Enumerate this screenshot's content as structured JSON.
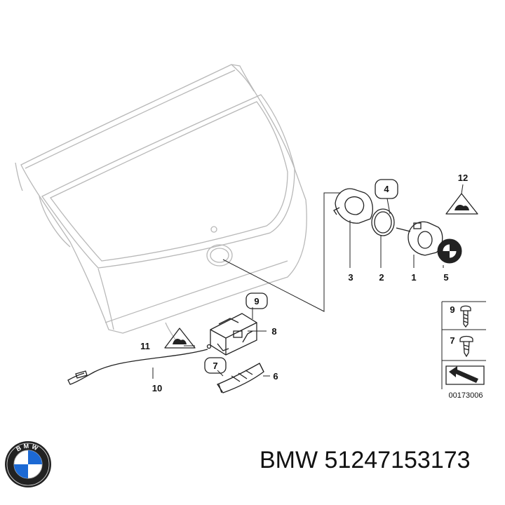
{
  "diagram": {
    "callouts": {
      "c1": "1",
      "c2": "2",
      "c3": "3",
      "c4": "4",
      "c5": "5",
      "c6": "6",
      "c7": "7",
      "c8": "8",
      "c9": "9",
      "c10": "10",
      "c11": "11",
      "c12": "12"
    },
    "legend": {
      "screw_9": "9",
      "screw_7": "7"
    },
    "reference_number": "00173006"
  },
  "footer": {
    "brand": "BMW",
    "part_number": "51247153173",
    "logo_letters": "BMW"
  },
  "colors": {
    "line": "#222222",
    "ghost_line": "#b8b8b8",
    "logo_blue": "#1c69d4"
  }
}
